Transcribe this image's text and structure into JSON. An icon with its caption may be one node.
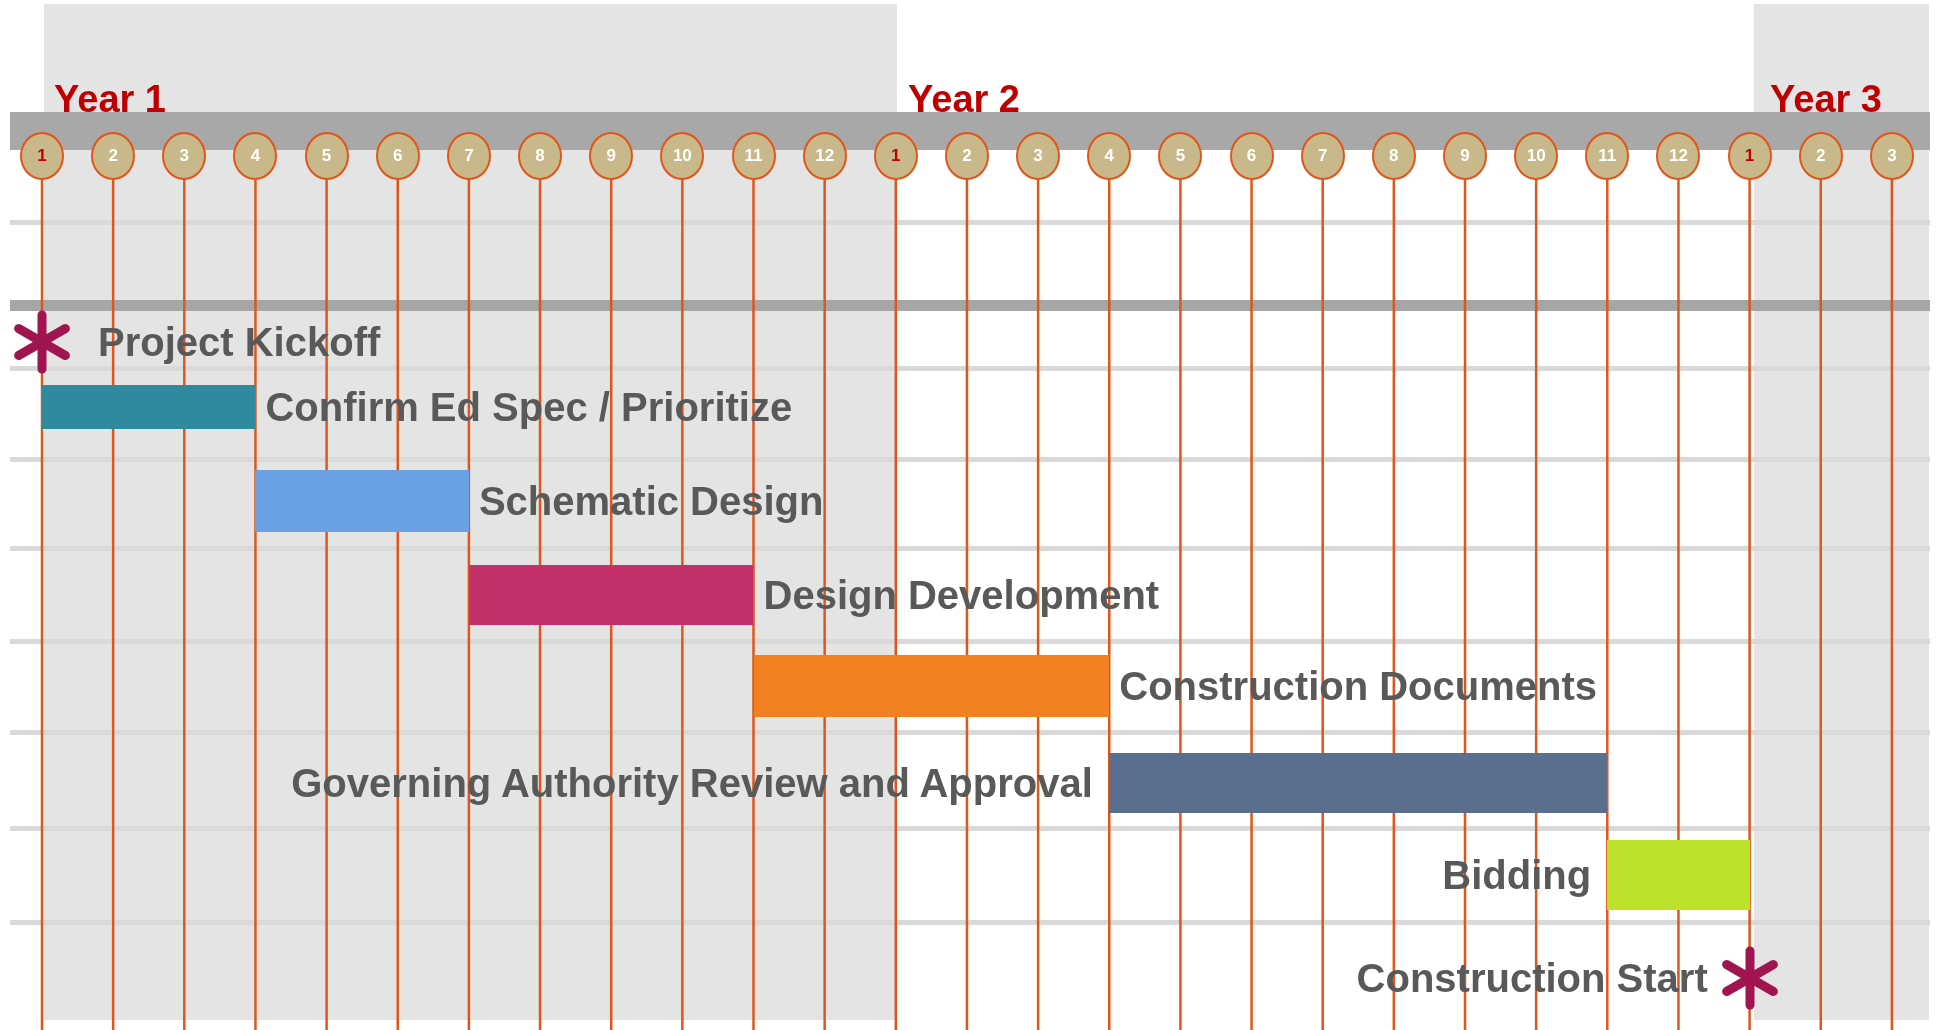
{
  "diagram": {
    "nodes": [
      {
        "text": [
          "1"
        ]
      },
      {
        "text": [
          "2"
        ]
      },
      {
        "text": [
          "3"
        ]
      },
      {
        "text": [
          "4"
        ]
      },
      {
        "text": [
          "5"
        ]
      },
      {
        "text": [
          "6"
        ]
      },
      {
        "text": [
          "7"
        ]
      },
      {
        "text": [
          "8"
        ]
      },
      {
        "text": [
          "9"
        ]
      },
      {
        "text": [
          "10"
        ]
      },
      {
        "text": [
          "11"
        ]
      },
      {
        "text": [
          "12"
        ]
      },
      {
        "text": [
          "1"
        ]
      },
      {
        "text": [
          "2"
        ]
      },
      {
        "text": [
          "3"
        ]
      },
      {
        "text": [
          "4"
        ]
      },
      {
        "text": [
          "5"
        ]
      },
      {
        "text": [
          "6"
        ]
      },
      {
        "text": [
          "7"
        ]
      },
      {
        "text": [
          "8"
        ]
      },
      {
        "text": [
          "9"
        ]
      },
      {
        "text": [
          "10"
        ]
      },
      {
        "text": [
          "11"
        ]
      },
      {
        "text": [
          "12"
        ]
      },
      {
        "text": [
          "1"
        ]
      },
      {
        "text": [
          "2"
        ]
      },
      {
        "text": [
          "3"
        ]
      },
      {
        "text": [],
        "shape": "asterisk",
        "beside": [
          "Project Kickoff"
        ]
      },
      {
        "text": [],
        "shape": "bar",
        "beside": [
          "Confirm Ed Spec / Prioritize"
        ]
      },
      {
        "text": [],
        "shape": "bar",
        "beside": [
          "Schematic Design"
        ]
      },
      {
        "text": [],
        "shape": "bar",
        "beside": [
          "Design Development"
        ]
      },
      {
        "text": [],
        "shape": "bar",
        "beside": [
          "Construction Documents"
        ]
      },
      {
        "text": [],
        "shape": "bar",
        "beside": [
          "Governing Authority Review and Approval"
        ]
      },
      {
        "text": [],
        "shape": "bar",
        "beside": [
          "Bidding"
        ]
      },
      {
        "text": [],
        "shape": "asterisk",
        "beside": [
          "Construction Start"
        ]
      }
    ],
    "labels": [
      "Year 1",
      "Year 2",
      "Year 3"
    ]
  }
}
